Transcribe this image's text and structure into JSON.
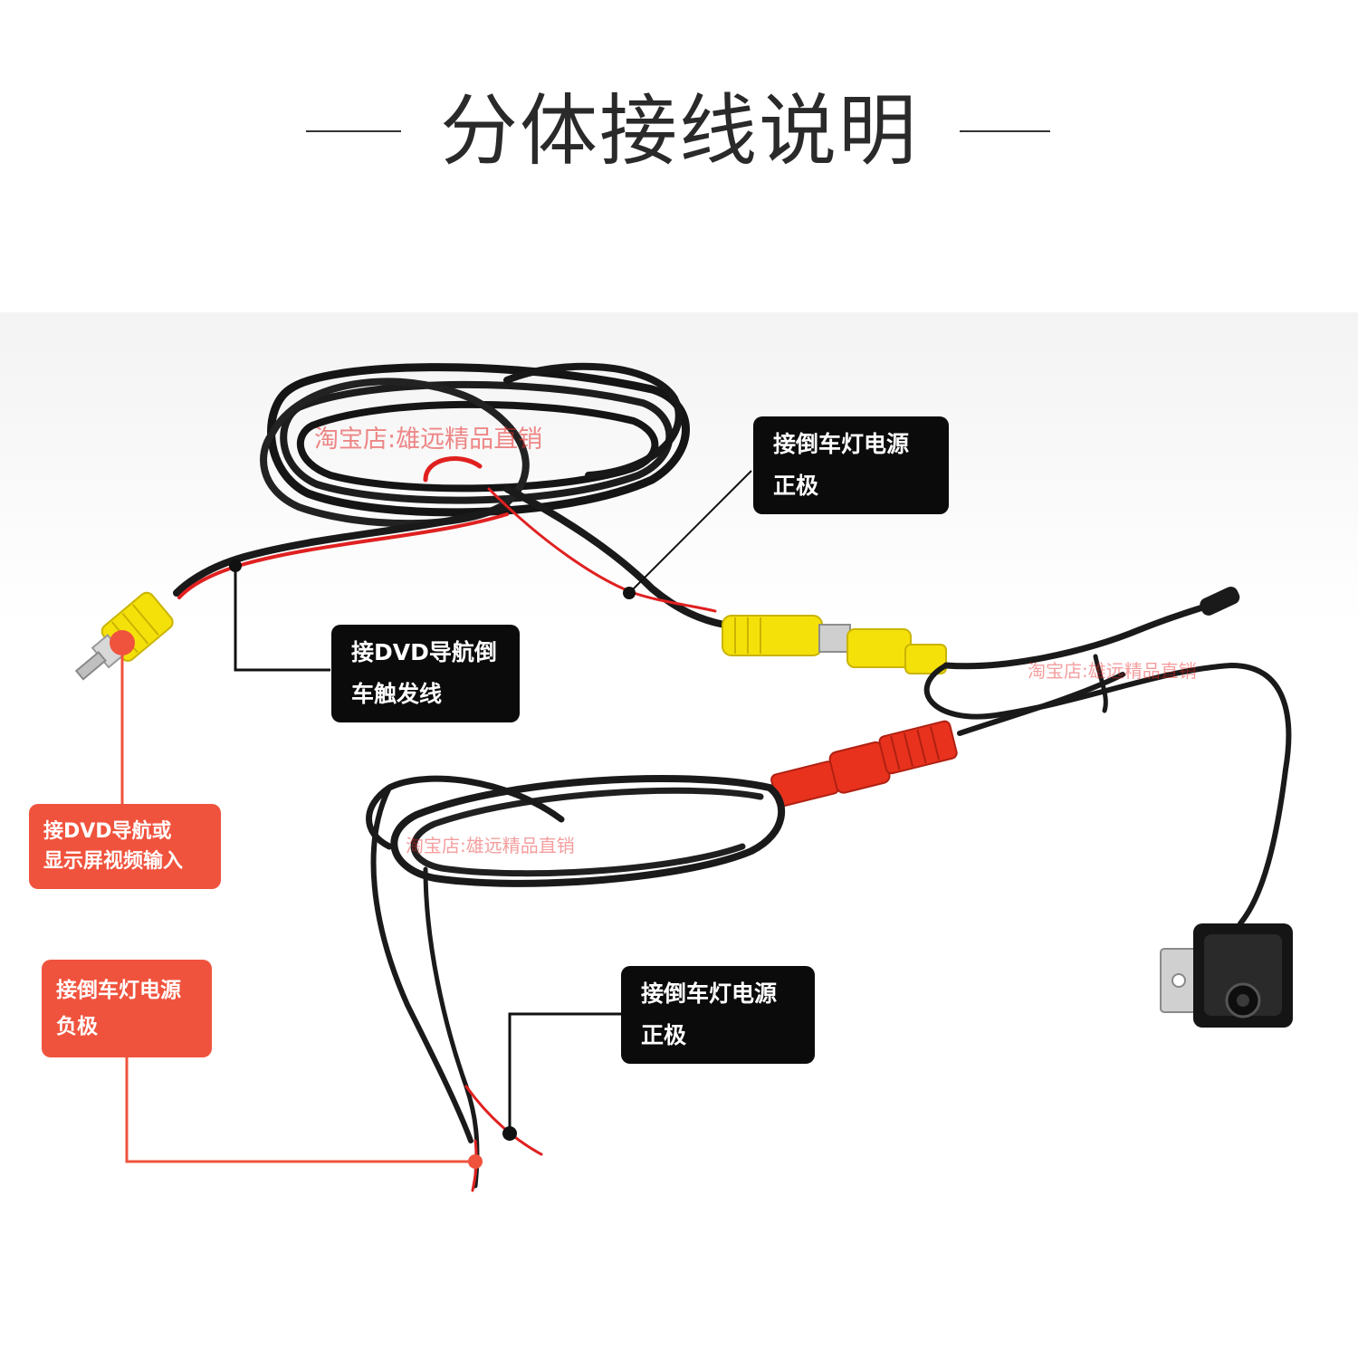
{
  "title": "分体接线说明",
  "watermark": "淘宝店:雄远精品直销",
  "labels": {
    "reverse_light_positive_top": [
      "接倒车灯电源",
      "正极"
    ],
    "dvd_reverse_trigger": [
      "接DVD导航倒",
      "车触发线"
    ],
    "dvd_video_input": [
      "接DVD导航或",
      "显示屏视频输入"
    ],
    "reverse_light_negative": [
      "接倒车灯电源",
      "负极"
    ],
    "reverse_light_positive_bottom": [
      "接倒车灯电源",
      "正极"
    ]
  },
  "colors": {
    "callout_black": "#0b0b0b",
    "callout_red": "#f0533d",
    "wire_black": "#1a1a1a",
    "wire_red": "#e02020",
    "connector_yellow": "#f5e10a",
    "connector_red": "#e8321e"
  }
}
